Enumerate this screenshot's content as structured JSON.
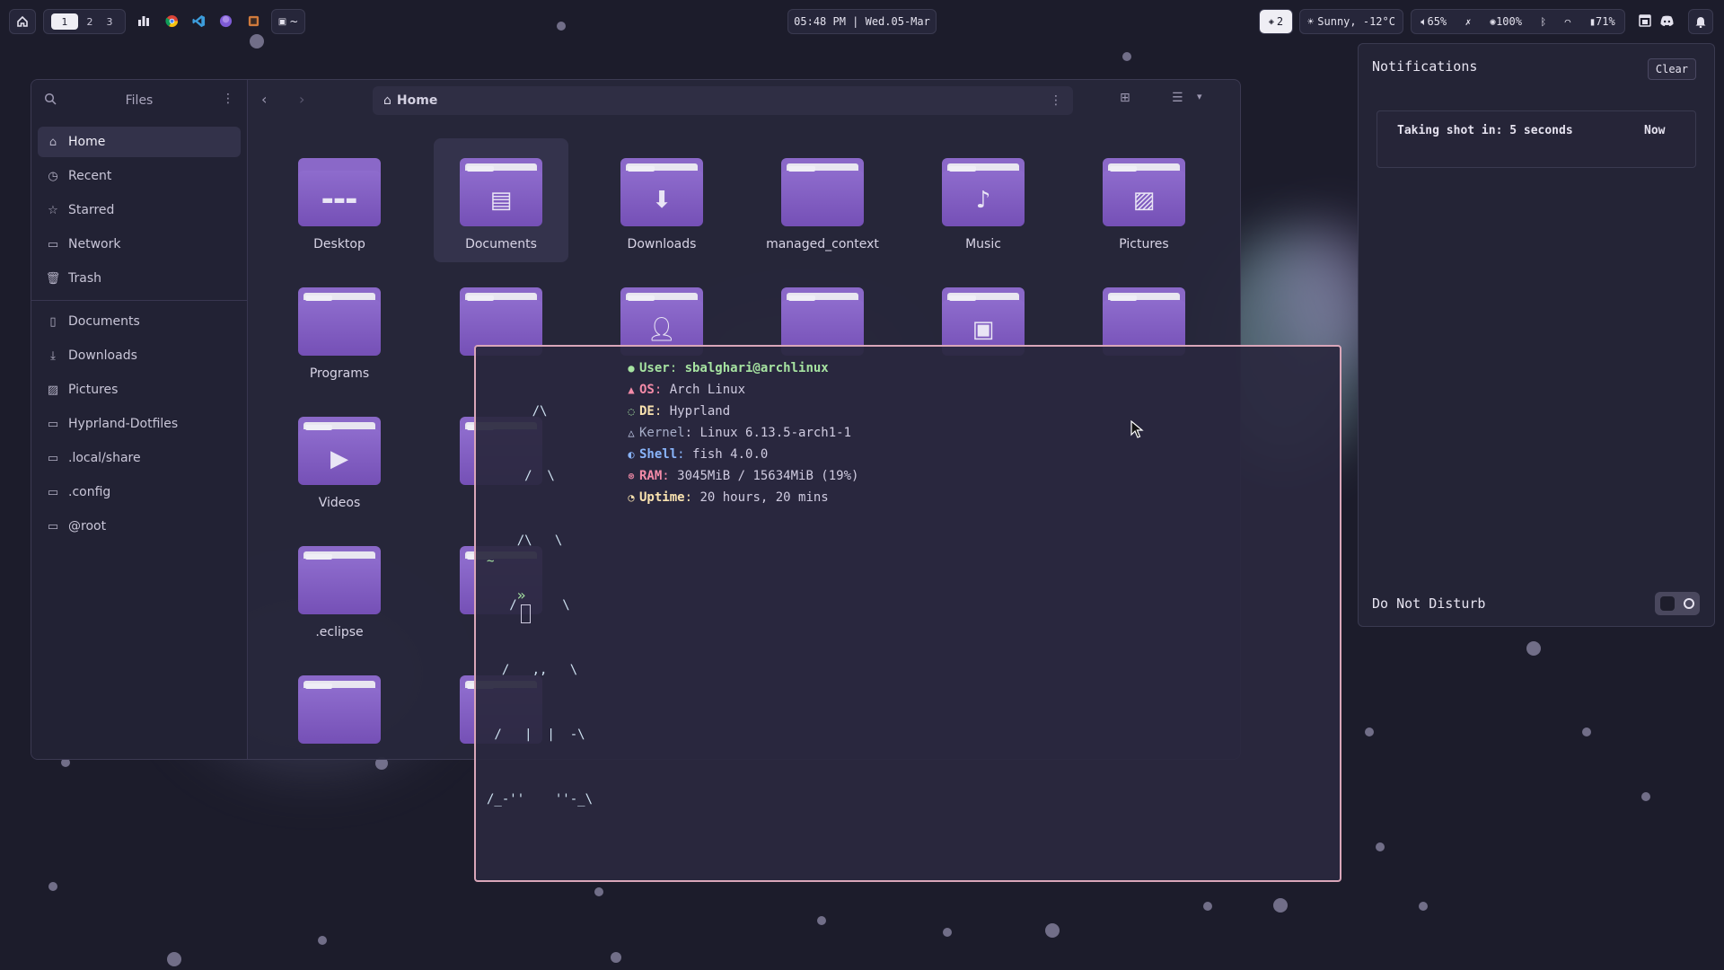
{
  "topbar": {
    "workspaces": [
      "1",
      "2",
      "3"
    ],
    "active_workspace": "1",
    "term_label": "~",
    "clock": "05:48 PM | Wed.05-Mar",
    "updates": "2",
    "weather": "Sunny, -12°C",
    "volume": "65%",
    "brightness": "100%",
    "battery": "71%"
  },
  "files": {
    "title": "Files",
    "path": "Home",
    "sidebar": [
      {
        "label": "Home",
        "icon": "home-icon"
      },
      {
        "label": "Recent",
        "icon": "clock-icon"
      },
      {
        "label": "Starred",
        "icon": "star-icon"
      },
      {
        "label": "Network",
        "icon": "network-icon"
      },
      {
        "label": "Trash",
        "icon": "trash-icon"
      },
      {
        "label": "Documents",
        "icon": "document-icon"
      },
      {
        "label": "Downloads",
        "icon": "download-icon"
      },
      {
        "label": "Pictures",
        "icon": "image-icon"
      },
      {
        "label": "Hyprland-Dotfiles",
        "icon": "folder-icon"
      },
      {
        "label": ".local/share",
        "icon": "folder-icon"
      },
      {
        "label": ".config",
        "icon": "folder-icon"
      },
      {
        "label": "@root",
        "icon": "folder-icon"
      }
    ],
    "items": [
      {
        "label": "Desktop",
        "icon": "desktop-folder-icon"
      },
      {
        "label": "Documents",
        "icon": "documents-folder-icon"
      },
      {
        "label": "Downloads",
        "icon": "downloads-folder-icon"
      },
      {
        "label": "managed_context",
        "icon": "folder-icon"
      },
      {
        "label": "Music",
        "icon": "music-folder-icon"
      },
      {
        "label": "Pictures",
        "icon": "pictures-folder-icon"
      },
      {
        "label": "Programs",
        "icon": "folder-icon"
      },
      {
        "label": "Videos",
        "icon": "videos-folder-icon"
      },
      {
        "label": ".eclipse",
        "icon": "folder-icon"
      }
    ]
  },
  "terminal": {
    "ascii": [
      "      /\\",
      "     /  \\",
      "    /\\   \\",
      "   /      \\",
      "  /   ,,   \\",
      " /   |  |  -\\",
      "/_-''    ''-_\\"
    ],
    "info": [
      {
        "key": "User",
        "value": "sbalghari@archlinux",
        "color": "#a6e3a1"
      },
      {
        "key": "OS",
        "value": "Arch Linux",
        "color": "#f38ba8"
      },
      {
        "key": "DE",
        "value": "Hyprland",
        "color": "#f9e2af"
      },
      {
        "key": "Kernel",
        "value": "Linux 6.13.5-arch1-1",
        "color": "#a6adc8"
      },
      {
        "key": "Shell",
        "value": "fish 4.0.0",
        "color": "#89b4fa"
      },
      {
        "key": "RAM",
        "value": "3045MiB / 15634MiB (19%)",
        "color": "#f38ba8"
      },
      {
        "key": "Uptime",
        "value": "20 hours, 20 mins",
        "color": "#f9e2af"
      }
    ],
    "cwd": "~",
    "prompt": "»"
  },
  "notifications": {
    "title": "Notifications",
    "clear_label": "Clear",
    "items": [
      {
        "text": "Taking shot in: 5 seconds",
        "time": "Now"
      }
    ],
    "dnd_label": "Do Not Disturb"
  }
}
